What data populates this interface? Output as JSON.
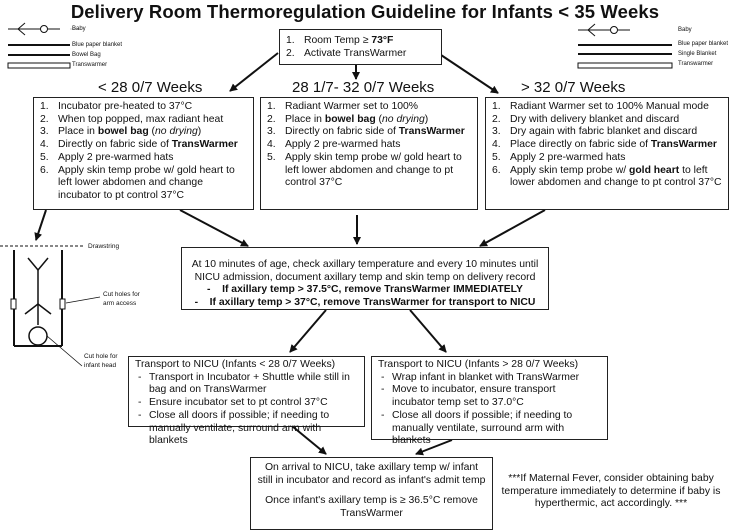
{
  "title": "Delivery Room Thermoregulation Guideline for Infants < 35 Weeks",
  "top_box": {
    "items": [
      {
        "num": "1.",
        "pre": "Room Temp ≥ ",
        "bold": "73°F"
      },
      {
        "num": "2.",
        "text": "Activate TransWarmer"
      }
    ]
  },
  "left_legend": {
    "labels": [
      "Baby",
      "Blue paper blanket",
      "Bowel Bag",
      "Transwarmer"
    ]
  },
  "right_legend": {
    "labels": [
      "Baby",
      "Blue paper blanket",
      "Single Blanket",
      "Transwarmer"
    ]
  },
  "col1": {
    "heading": "< 28 0/7 Weeks",
    "items": [
      {
        "num": "1.",
        "parts": [
          {
            "t": "Incubator pre-heated to 37°C"
          }
        ]
      },
      {
        "num": "2.",
        "parts": [
          {
            "t": "When top popped, max radiant heat"
          }
        ]
      },
      {
        "num": "3.",
        "parts": [
          {
            "t": "Place in "
          },
          {
            "t": "bowel bag",
            "b": true
          },
          {
            "t": " ("
          },
          {
            "t": "no drying",
            "i": true
          },
          {
            "t": ")"
          }
        ]
      },
      {
        "num": "4.",
        "parts": [
          {
            "t": "Directly on fabric side of "
          },
          {
            "t": "TransWarmer",
            "b": true
          }
        ]
      },
      {
        "num": "5.",
        "parts": [
          {
            "t": "Apply 2 pre-warmed hats"
          }
        ]
      },
      {
        "num": "6.",
        "parts": [
          {
            "t": "Apply skin temp probe w/ gold heart to left lower  abdomen and  change incubator to pt control 37°C"
          }
        ]
      }
    ]
  },
  "col2": {
    "heading": "28 1/7-  32 0/7 Weeks",
    "items": [
      {
        "num": "1.",
        "parts": [
          {
            "t": "Radiant Warmer set to 100%"
          }
        ]
      },
      {
        "num": "2.",
        "parts": [
          {
            "t": "Place in "
          },
          {
            "t": "bowel bag",
            "b": true
          },
          {
            "t": " ("
          },
          {
            "t": "no drying",
            "i": true
          },
          {
            "t": ")"
          }
        ]
      },
      {
        "num": "3.",
        "parts": [
          {
            "t": "Directly on fabric side of "
          },
          {
            "t": "TransWarmer",
            "b": true
          }
        ]
      },
      {
        "num": "4.",
        "parts": [
          {
            "t": "Apply 2 pre-warmed hats"
          }
        ]
      },
      {
        "num": "5.",
        "parts": [
          {
            "t": "Apply skin temp probe w/ gold heart to left lower  abdomen  and  change to pt control 37°C"
          }
        ]
      }
    ]
  },
  "col3": {
    "heading": "> 32 0/7 Weeks",
    "items": [
      {
        "num": "1.",
        "parts": [
          {
            "t": "Radiant Warmer set to 100% Manual mode"
          }
        ]
      },
      {
        "num": "2.",
        "parts": [
          {
            "t": "Dry with delivery blanket and discard"
          }
        ]
      },
      {
        "num": "3.",
        "parts": [
          {
            "t": "Dry again with fabric blanket and discard"
          }
        ]
      },
      {
        "num": "4.",
        "parts": [
          {
            "t": "Place directly on fabric side of "
          },
          {
            "t": "TransWarmer",
            "b": true
          }
        ]
      },
      {
        "num": "5.",
        "parts": [
          {
            "t": "Apply 2 pre-warmed hats"
          }
        ]
      },
      {
        "num": "6.",
        "parts": [
          {
            "t": "Apply skin temp probe w/ "
          },
          {
            "t": "gold heart",
            "b": true
          },
          {
            "t": " to left lower abdomen and change to pt control 37°C"
          }
        ]
      }
    ]
  },
  "middle_box": {
    "text": "At 10 minutes of age, check axillary temperature and every 10 minutes until NICU admission, document axillary temp and skin temp on delivery record",
    "bullets": [
      "If axillary temp > 37.5°C, remove TransWarmer IMMEDIATELY",
      "If axillary temp > 37°C, remove TransWarmer for transport to NICU"
    ]
  },
  "bag_diagram": {
    "labels": {
      "drawstring": "Drawstring",
      "arm_holes": "Cut holes for arm access",
      "head_hole": "Cut hole for infant head"
    }
  },
  "transport_left": {
    "title": "Transport to NICU (Infants < 28 0/7 Weeks)",
    "items": [
      "Transport in Incubator + Shuttle while still in bag and on TransWarmer",
      "Ensure incubator set to pt control 37°C",
      "Close all doors if possible; if needing to manually ventilate, surround arm with blankets"
    ]
  },
  "transport_right": {
    "title": "Transport to NICU (Infants > 28 0/7 Weeks)",
    "items": [
      "Wrap infant in blanket with TransWarmer",
      "Move to incubator, ensure transport incubator temp set to 37.0°C",
      "Close all doors if possible; if needing to manually ventilate, surround arm with blankets"
    ]
  },
  "arrival_box": {
    "text": "On arrival to NICU, take axillary temp w/ infant still in incubator and record as infant's admit temp",
    "text2": "Once infant's axillary temp is ≥ 36.5°C remove TransWarmer"
  },
  "fever_note": "***If Maternal Fever, consider obtaining baby temperature immediately to determine if baby is hyperthermic, act accordingly. ***"
}
